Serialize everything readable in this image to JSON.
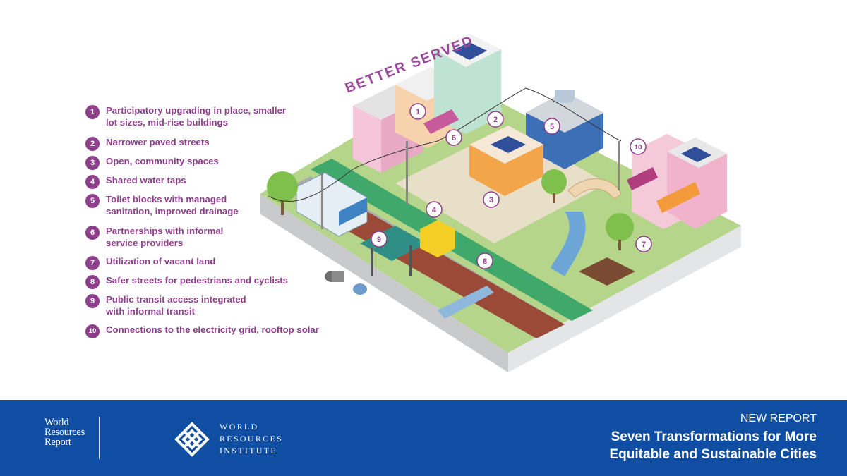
{
  "illustration": {
    "heading": "BETTER SERVED",
    "markers": [
      "1",
      "2",
      "3",
      "4",
      "5",
      "6",
      "7",
      "8",
      "9",
      "10"
    ]
  },
  "legend": [
    {
      "num": "1",
      "text": "Participatory upgrading in place, smaller\nlot sizes, mid-rise buildings"
    },
    {
      "num": "2",
      "text": "Narrower paved streets"
    },
    {
      "num": "3",
      "text": "Open, community spaces"
    },
    {
      "num": "4",
      "text": "Shared water taps"
    },
    {
      "num": "5",
      "text": "Toilet blocks with managed\nsanitation,  improved drainage"
    },
    {
      "num": "6",
      "text": "Partnerships with informal\nservice providers"
    },
    {
      "num": "7",
      "text": "Utilization of vacant land"
    },
    {
      "num": "8",
      "text": "Safer streets for pedestrians and cyclists"
    },
    {
      "num": "9",
      "text": "Public transit access integrated\nwith informal transit"
    },
    {
      "num": "10",
      "text": "Connections to the electricity grid, rooftop solar"
    }
  ],
  "footer": {
    "wrr_logo": "World\nResources\nReport",
    "wri_name": "WORLD\nRESOURCES\nINSTITUTE",
    "kicker": "NEW REPORT",
    "title": "Seven Transformations for More\nEquitable and Sustainable Cities"
  },
  "colors": {
    "accent_purple": "#8e3f8c",
    "footer_blue": "#0f4ea2",
    "grass": "#b5d58a",
    "street_green": "#3fa86a",
    "road": "#9b4a38"
  }
}
